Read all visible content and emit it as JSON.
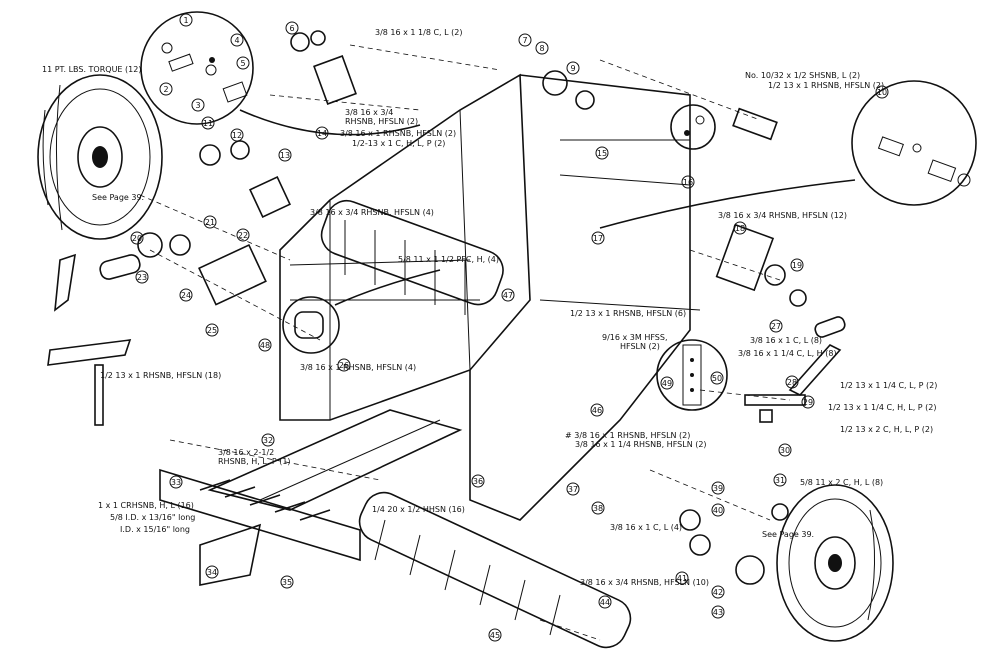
{
  "labels": {
    "tire_left": "11 PT. LBS. TORQUE (12)",
    "see_page_left": "See Page 39.",
    "see_page_right": "See Page 39.",
    "bolt_316_178": "3/8 16 x 1 1/8 C, L (2)",
    "bolt_316_34_a": "3/8 16 x 3/4",
    "bolt_316_34_b": "RHSNB, HFSLN (2)",
    "bolt_316_1": "3/8 16 x 1 RHSNB, HFSLN (2)",
    "bolt_12_13_1_c": "1/2-13 x 1 C, H, L, P (2)",
    "bolt_1032": "No. 10/32 x 1/2 SHSNB, L (2)",
    "bolt_12_13_1_rhsnb_top": "1/2 13 x 1 RHSNB, HFSLN (2)",
    "bolt_316_34_rhsnb": "3/8 16 x 3/4 RHSNB, HFSLN (4)",
    "bolt_516_11_12": "5/8 11 x 1 1/2 PFC, H, (4)",
    "bolt_316_34_rhsnb_right": "3/8 16 x 3/4 RHSNB, HFSLN (12)",
    "bolt_12_13_rhsnb_mid": "1/2 13 x 1 RHSNB, HFSLN (6)",
    "bolt_916_3m_a": "9/16 x 3M HFSS,",
    "bolt_916_3m_b": "HFSLN (2)",
    "bolt_316_1_cl": "3/8 16 x 1 C, L (8)",
    "bolt_316_114_cl": "3/8 16 x 1 1/4 C, L, H (8)",
    "bolt_12_13_rhsnb_left": "1/2 13 x 1 RHSNB, HFSLN (18)",
    "bolt_316_1_rhsnb_center": "3/8 16 x 1 RHSNB, HFSLN (4)",
    "bolt_12_13_114_c": "1/2 13 x 1 1/4 C, L, P (2)",
    "bolt_12_13_114_c_h": "1/2 13 x 1 1/4 C, H, L, P (2)",
    "bolt_12_13_2c": "1/2 13 x 2 C, H, L, P (2)",
    "bolt_38_16_rhsnb_a": "# 3/8 16 x 1 RHSNB, HFSLN (2)",
    "bolt_38_16_rhsnb_b": "3/8 16 x 1 1/4 RHSNB, HFSLN (2)",
    "bolt_316_212_a": "3/8 16 x 2-1/2",
    "bolt_316_212_b": "RHSNB, H, L, P (1)",
    "bolt_120_12": "1/4 20 x 1/2 HHSN (16)",
    "bolt_316_1_cl_lower": "3/8 16 x 1 C, L (4)",
    "bolt_516_11_2c": "5/8 11 x 2 C, H, L (8)",
    "bolt_316_34_rhsnb_bottom": "3/8 16 x 3/4 RHSNB, HFSLN (10)",
    "screw_a": "1 x 1 CRHSNB, H, L (16)",
    "screw_b": "5/8 I.D. x 13/16\" long",
    "screw_c": "I.D. x 15/16\" long"
  },
  "callouts": [
    "1",
    "2",
    "3",
    "4",
    "5",
    "6",
    "7",
    "8",
    "9",
    "10",
    "11",
    "12",
    "13",
    "14",
    "15",
    "16",
    "17",
    "18",
    "19",
    "20",
    "21",
    "22",
    "23",
    "24",
    "25",
    "26",
    "27",
    "28",
    "29",
    "30",
    "31",
    "32",
    "33",
    "34",
    "35",
    "36",
    "37",
    "38",
    "39",
    "40",
    "41",
    "42",
    "43",
    "44",
    "45",
    "46",
    "47",
    "48",
    "49",
    "50"
  ]
}
